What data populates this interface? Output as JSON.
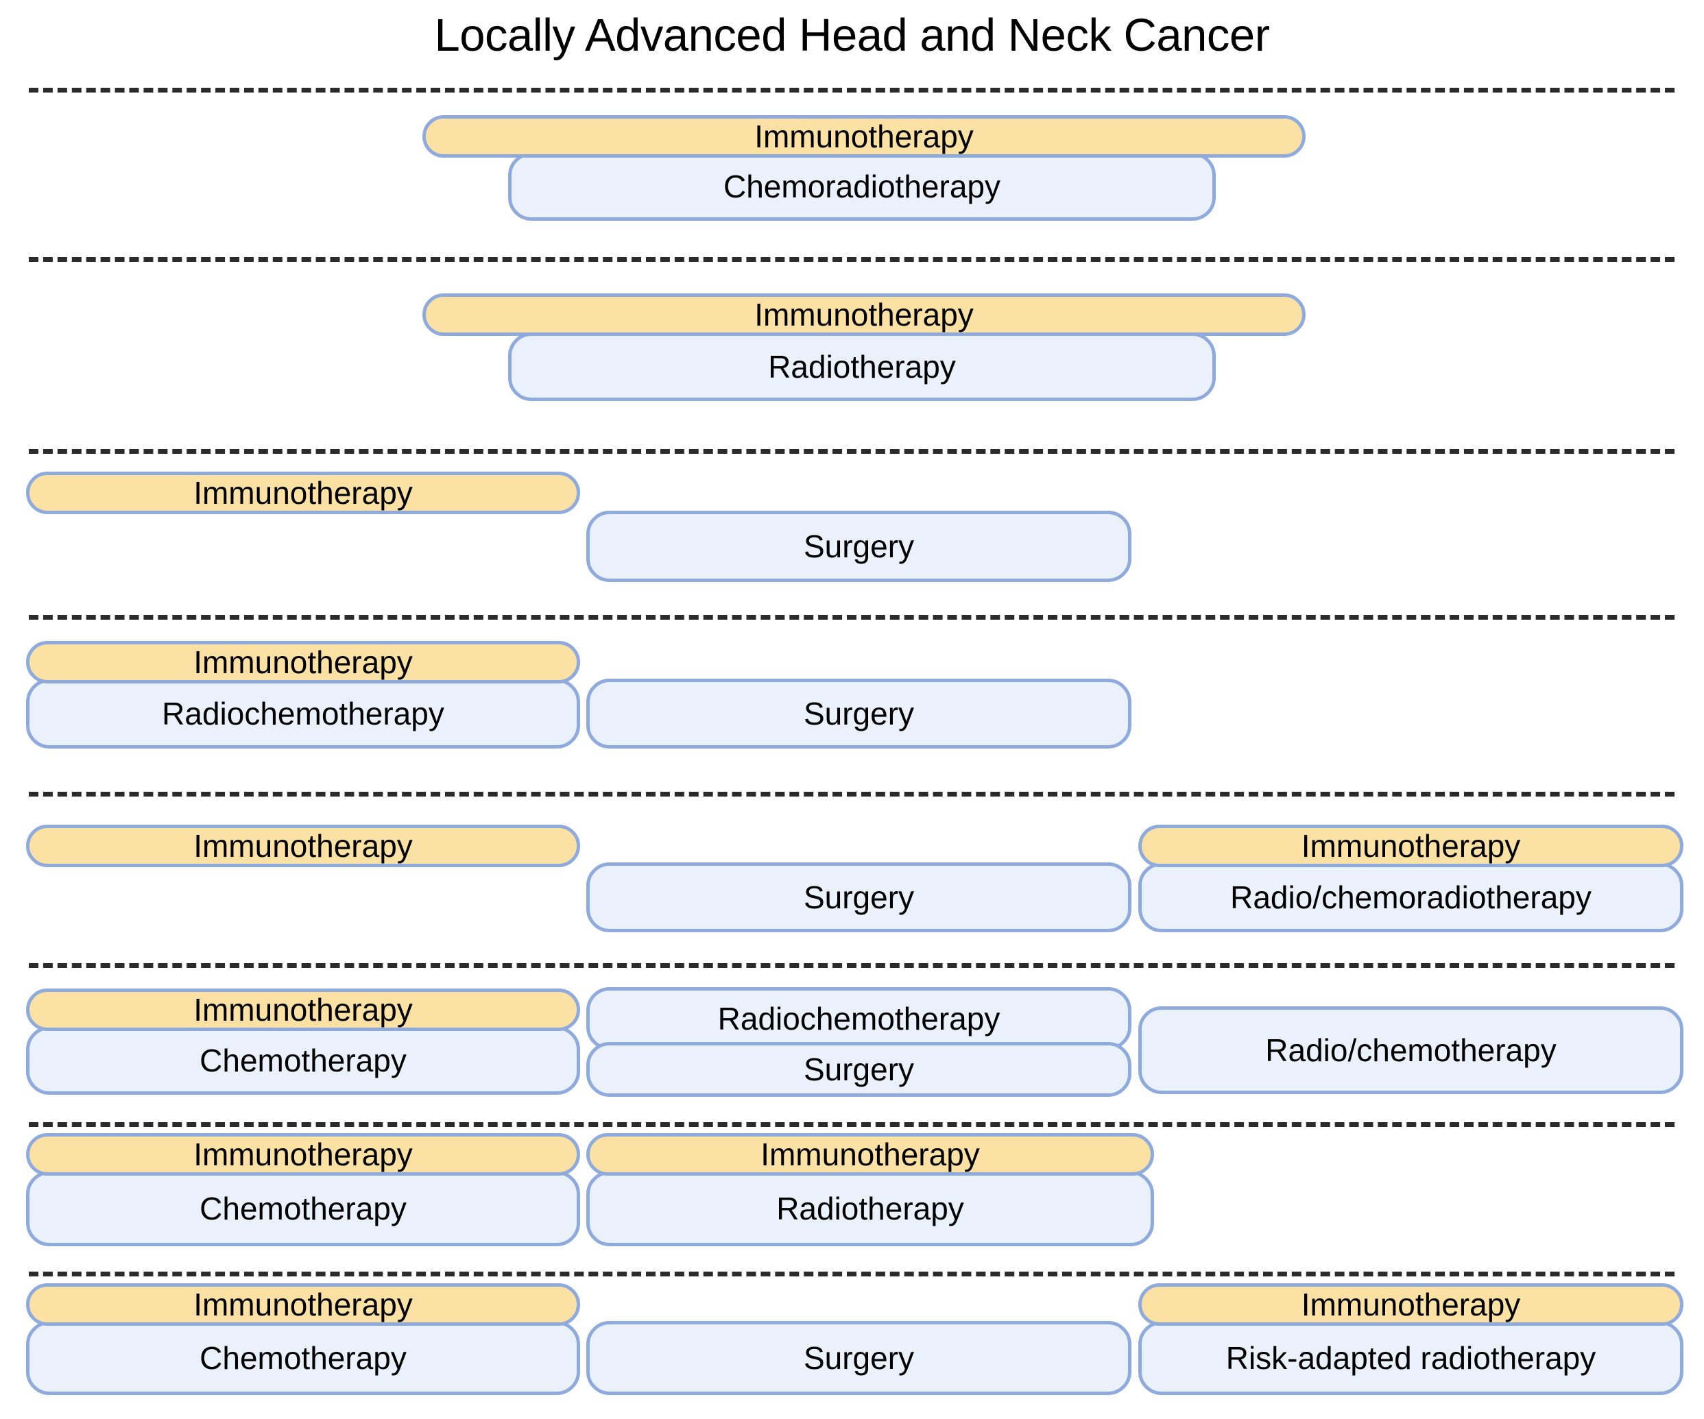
{
  "title": "Locally Advanced Head and Neck Cancer",
  "labels": {
    "immunotherapy": "Immunotherapy",
    "chemoradiotherapy": "Chemoradiotherapy",
    "radiotherapy": "Radiotherapy",
    "surgery": "Surgery",
    "radiochemotherapy": "Radiochemotherapy",
    "radio_chemoradiotherapy": "Radio/chemoradiotherapy",
    "chemotherapy": "Chemotherapy",
    "radio_chemotherapy": "Radio/chemotherapy",
    "risk_adapted_radiotherapy": "Risk-adapted radiotherapy"
  },
  "colors": {
    "immunotherapy_fill": "#fbe2a4",
    "treatment_fill": "#eaf1fb",
    "box_border": "#8faadc",
    "separator": "#2b2b2b",
    "background": "#ffffff",
    "text": "#000000"
  },
  "rows": [
    {
      "id": "row-1",
      "boxes": [
        {
          "kind": "immunotherapy",
          "label": "Immunotherapy"
        },
        {
          "kind": "treatment",
          "label": "Chemoradiotherapy"
        }
      ]
    },
    {
      "id": "row-2",
      "boxes": [
        {
          "kind": "immunotherapy",
          "label": "Immunotherapy"
        },
        {
          "kind": "treatment",
          "label": "Radiotherapy"
        }
      ]
    },
    {
      "id": "row-3",
      "boxes": [
        {
          "kind": "immunotherapy",
          "label": "Immunotherapy"
        },
        {
          "kind": "treatment",
          "label": "Surgery"
        }
      ]
    },
    {
      "id": "row-4",
      "boxes": [
        {
          "kind": "immunotherapy",
          "label": "Immunotherapy"
        },
        {
          "kind": "treatment",
          "label": "Radiochemotherapy"
        },
        {
          "kind": "treatment",
          "label": "Surgery"
        }
      ]
    },
    {
      "id": "row-5",
      "boxes": [
        {
          "kind": "immunotherapy",
          "label": "Immunotherapy"
        },
        {
          "kind": "treatment",
          "label": "Surgery"
        },
        {
          "kind": "immunotherapy",
          "label": "Immunotherapy"
        },
        {
          "kind": "treatment",
          "label": "Radio/chemoradiotherapy"
        }
      ]
    },
    {
      "id": "row-6",
      "boxes": [
        {
          "kind": "immunotherapy",
          "label": "Immunotherapy"
        },
        {
          "kind": "treatment",
          "label": "Chemotherapy"
        },
        {
          "kind": "treatment",
          "label": "Radiochemotherapy"
        },
        {
          "kind": "treatment",
          "label": "Surgery"
        },
        {
          "kind": "treatment",
          "label": "Radio/chemotherapy"
        }
      ]
    },
    {
      "id": "row-7",
      "boxes": [
        {
          "kind": "immunotherapy",
          "label": "Immunotherapy"
        },
        {
          "kind": "treatment",
          "label": "Chemotherapy"
        },
        {
          "kind": "immunotherapy",
          "label": "Immunotherapy"
        },
        {
          "kind": "treatment",
          "label": "Radiotherapy"
        }
      ]
    },
    {
      "id": "row-8",
      "boxes": [
        {
          "kind": "immunotherapy",
          "label": "Immunotherapy"
        },
        {
          "kind": "treatment",
          "label": "Chemotherapy"
        },
        {
          "kind": "treatment",
          "label": "Surgery"
        },
        {
          "kind": "immunotherapy",
          "label": "Immunotherapy"
        },
        {
          "kind": "treatment",
          "label": "Risk-adapted radiotherapy"
        }
      ]
    }
  ]
}
